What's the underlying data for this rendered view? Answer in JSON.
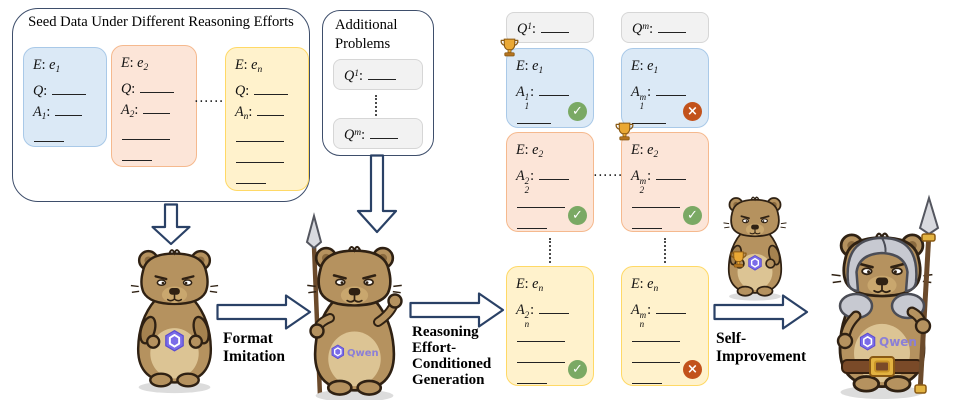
{
  "seed_box": {
    "title": "Seed Data Under Different Reasoning Efforts",
    "dots": "······",
    "cards": [
      {
        "color": "blue",
        "lines": [
          [
            {
              "i": "E"
            },
            {
              "n": ": "
            },
            {
              "i": "e"
            },
            {
              "sub": "1"
            }
          ],
          [
            {
              "i": "Q"
            },
            {
              "n": ": "
            },
            {
              "u": 34
            }
          ],
          [
            {
              "i": "A"
            },
            {
              "sub": "1"
            },
            {
              "n": ": "
            },
            {
              "u": 27
            }
          ],
          [
            {
              "u": 30
            }
          ]
        ]
      },
      {
        "color": "orange",
        "lines": [
          [
            {
              "i": "E"
            },
            {
              "n": ": "
            },
            {
              "i": "e"
            },
            {
              "sub": "2"
            }
          ],
          [
            {
              "i": "Q"
            },
            {
              "n": ": "
            },
            {
              "u": 34
            }
          ],
          [
            {
              "i": "A"
            },
            {
              "sub": "2"
            },
            {
              "n": ": "
            },
            {
              "u": 27
            }
          ],
          [
            {
              "u": 48
            }
          ],
          [
            {
              "u": 30
            }
          ]
        ]
      },
      {
        "color": "yellow",
        "lines": [
          [
            {
              "i": "E"
            },
            {
              "n": ": "
            },
            {
              "i": "e"
            },
            {
              "sub": "n"
            }
          ],
          [
            {
              "i": "Q"
            },
            {
              "n": ": "
            },
            {
              "u": 34
            }
          ],
          [
            {
              "i": "A"
            },
            {
              "sub": "n"
            },
            {
              "n": ": "
            },
            {
              "u": 27
            }
          ],
          [
            {
              "u": 48
            }
          ],
          [
            {
              "u": 48
            }
          ],
          [
            {
              "u": 30
            }
          ]
        ]
      }
    ]
  },
  "additional_box": {
    "title": "Additional\nProblems",
    "cards": [
      {
        "color": "gray",
        "lines": [
          [
            {
              "i": "Q"
            },
            {
              "sup": "1"
            },
            {
              "n": ": "
            },
            {
              "u": 28
            }
          ]
        ]
      },
      {
        "color": "gray",
        "lines": [
          [
            {
              "i": "Q"
            },
            {
              "sup": "m"
            },
            {
              "n": ": "
            },
            {
              "u": 28
            }
          ]
        ]
      }
    ]
  },
  "labels": {
    "format_imitation": "Format\nImitation",
    "reasoning": "Reasoning\nEffort-\nConditioned\nGeneration",
    "self_improvement": "Self-\nImprovement"
  },
  "generation": {
    "dots_between": "······",
    "columns": [
      {
        "question": {
          "color": "gray",
          "lines": [
            [
              {
                "i": "Q"
              },
              {
                "sup": "1"
              },
              {
                "n": ": "
              },
              {
                "u": 28
              }
            ]
          ]
        },
        "cards": [
          {
            "color": "blue",
            "trophy": true,
            "badge": "check",
            "lines": [
              [
                {
                  "i": "E"
                },
                {
                  "n": ": "
                },
                {
                  "i": "e"
                },
                {
                  "sub": "1"
                }
              ],
              [
                {
                  "i": "A"
                },
                {
                  "ss": [
                    "1",
                    "1"
                  ]
                },
                {
                  "n": ": "
                },
                {
                  "u": 30
                }
              ],
              [
                {
                  "u": 34
                }
              ]
            ]
          },
          {
            "color": "orange",
            "badge": "check",
            "lines": [
              [
                {
                  "i": "E"
                },
                {
                  "n": ": "
                },
                {
                  "i": "e"
                },
                {
                  "sub": "2"
                }
              ],
              [
                {
                  "i": "A"
                },
                {
                  "ss": [
                    "2",
                    "2"
                  ]
                },
                {
                  "n": ": "
                },
                {
                  "u": 30
                }
              ],
              [
                {
                  "u": 48
                }
              ],
              [
                {
                  "u": 30
                }
              ]
            ]
          },
          {
            "color": "yellow",
            "badge": "check",
            "lines": [
              [
                {
                  "i": "E"
                },
                {
                  "n": ": "
                },
                {
                  "i": "e"
                },
                {
                  "sub": "n"
                }
              ],
              [
                {
                  "i": "A"
                },
                {
                  "ss": [
                    "2",
                    "n"
                  ]
                },
                {
                  "n": ": "
                },
                {
                  "u": 30
                }
              ],
              [
                {
                  "u": 48
                }
              ],
              [
                {
                  "u": 48
                }
              ],
              [
                {
                  "u": 30
                }
              ]
            ]
          }
        ]
      },
      {
        "question": {
          "color": "gray",
          "lines": [
            [
              {
                "i": "Q"
              },
              {
                "sup": "m"
              },
              {
                "n": ": "
              },
              {
                "u": 28
              }
            ]
          ]
        },
        "cards": [
          {
            "color": "blue",
            "badge": "cross",
            "lines": [
              [
                {
                  "i": "E"
                },
                {
                  "n": ": "
                },
                {
                  "i": "e"
                },
                {
                  "sub": "1"
                }
              ],
              [
                {
                  "i": "A"
                },
                {
                  "ss": [
                    "m",
                    "1"
                  ]
                },
                {
                  "n": ": "
                },
                {
                  "u": 30
                }
              ],
              [
                {
                  "u": 34
                }
              ]
            ]
          },
          {
            "color": "orange",
            "trophy": true,
            "badge": "check",
            "lines": [
              [
                {
                  "i": "E"
                },
                {
                  "n": ": "
                },
                {
                  "i": "e"
                },
                {
                  "sub": "2"
                }
              ],
              [
                {
                  "i": "A"
                },
                {
                  "ss": [
                    "m",
                    "2"
                  ]
                },
                {
                  "n": ": "
                },
                {
                  "u": 30
                }
              ],
              [
                {
                  "u": 48
                }
              ],
              [
                {
                  "u": 30
                }
              ]
            ]
          },
          {
            "color": "yellow",
            "badge": "cross",
            "lines": [
              [
                {
                  "i": "E"
                },
                {
                  "n": ": "
                },
                {
                  "i": "e"
                },
                {
                  "sub": "n"
                }
              ],
              [
                {
                  "i": "A"
                },
                {
                  "ss": [
                    "m",
                    "n"
                  ]
                },
                {
                  "n": ": "
                },
                {
                  "u": 30
                }
              ],
              [
                {
                  "u": 48
                }
              ],
              [
                {
                  "u": 48
                }
              ],
              [
                {
                  "u": 30
                }
              ]
            ]
          }
        ]
      }
    ]
  },
  "badges": {
    "check": "✓",
    "cross": "×"
  },
  "mascots": {
    "qwen_wordmark": "Qwen"
  },
  "colors": {
    "card_blue": "#dbe9f6",
    "card_blue_border": "#a9c9e8",
    "card_orange": "#fce5d8",
    "card_orange_border": "#f5b98e",
    "card_yellow": "#fff2cc",
    "card_yellow_border": "#ffd966",
    "card_gray": "#f2f2f2",
    "card_gray_border": "#d6d6d6",
    "panel_border": "#3e4e6b",
    "arrow_outline": "#2a4166",
    "badge_check": "#7aa964",
    "badge_cross": "#c2521b",
    "qwen_purple": "#7b6ce8",
    "trophy_gold": "#eaa834"
  }
}
